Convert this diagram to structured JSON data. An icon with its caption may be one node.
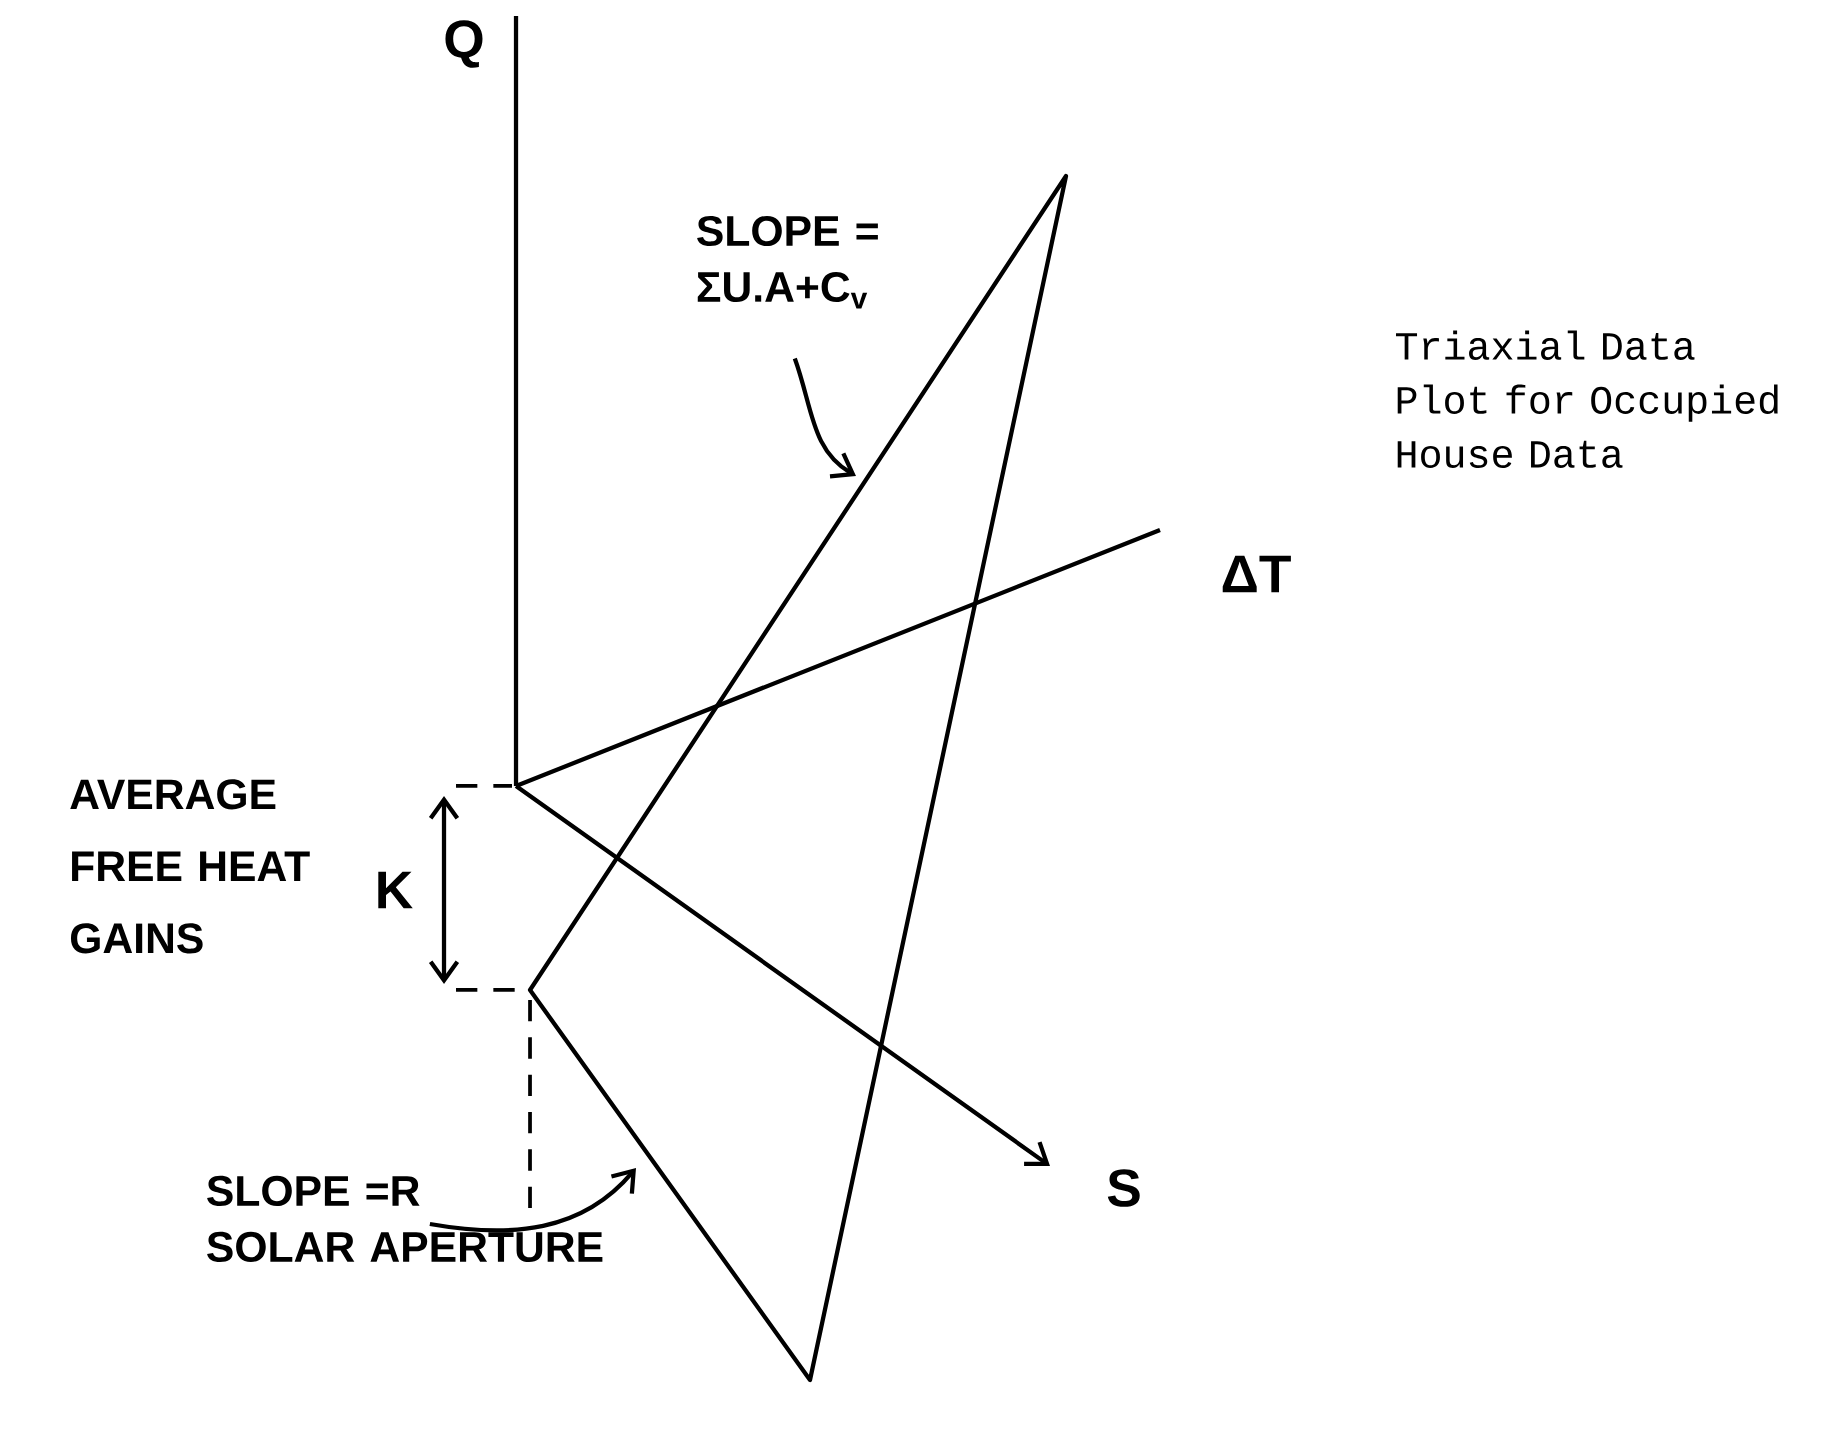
{
  "diagram": {
    "caption": "Triaxial Data Plot for Occupied House Data",
    "nodes": [
      {
        "text": [
          "SLOPE = ΣU.A+C$_{v}$"
        ]
      },
      {
        "text": [
          "SLOPE =R",
          "SOLAR APERTURE"
        ]
      }
    ],
    "edges": [
      {
        "from": 0,
        "to": null,
        "arrow": "to"
      },
      {
        "from": 1,
        "to": null,
        "arrow": "to"
      }
    ],
    "labels": [
      "Q",
      "ΔT",
      "AVERAGE FREE HEAT GAINS",
      "K",
      "S"
    ]
  }
}
